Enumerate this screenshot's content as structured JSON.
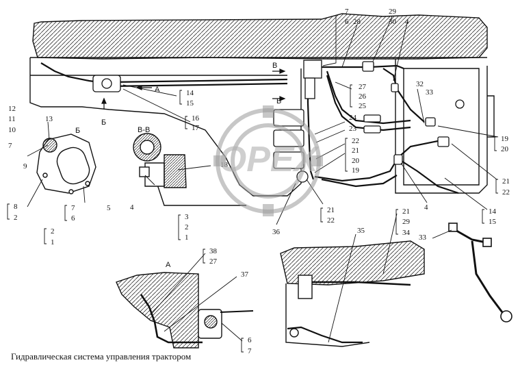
{
  "caption": "Гидравлическая система управления трактором",
  "section_labels": {
    "view_b": "Б",
    "section_bb": "В-В",
    "view_a": "А",
    "arrow_b": "Б",
    "arrow_a": "А",
    "arrow_v1": "В",
    "arrow_v2": "В"
  },
  "watermark": "OPEX",
  "callouts": {
    "c7a": "7",
    "c6a": "6",
    "c28": "28",
    "c29": "29",
    "c30": "30",
    "c4a": "4",
    "c32": "32",
    "c33a": "33",
    "c27a": "27",
    "c26": "26",
    "c25": "25",
    "c14a": "14",
    "c15a": "15",
    "c16": "16",
    "c17": "17",
    "c12": "12",
    "c11": "11",
    "c10": "10",
    "c7b": "7",
    "c9": "9",
    "c13": "13",
    "c8": "8",
    "c2a": "2",
    "c2b": "2",
    "c1a": "1",
    "c7c": "7",
    "c6b": "6",
    "c5": "5",
    "c18": "18",
    "c4b": "4",
    "c3": "3",
    "c2c": "2",
    "c1b": "1",
    "c24": "24",
    "c23": "23",
    "c22a": "22",
    "c21a": "21",
    "c20a": "20",
    "c19a": "19",
    "c19b": "19",
    "c20b": "20",
    "c21b": "21",
    "c22b": "22",
    "c36": "36",
    "c21c": "21",
    "c22c": "22",
    "c4c": "4",
    "c14b": "14",
    "c15b": "15",
    "c21d": "21",
    "c29b": "29",
    "c34": "34",
    "c35": "35",
    "c33b": "33",
    "c38": "38",
    "c27b": "27",
    "c37": "37",
    "c6c": "6",
    "c7d": "7"
  }
}
